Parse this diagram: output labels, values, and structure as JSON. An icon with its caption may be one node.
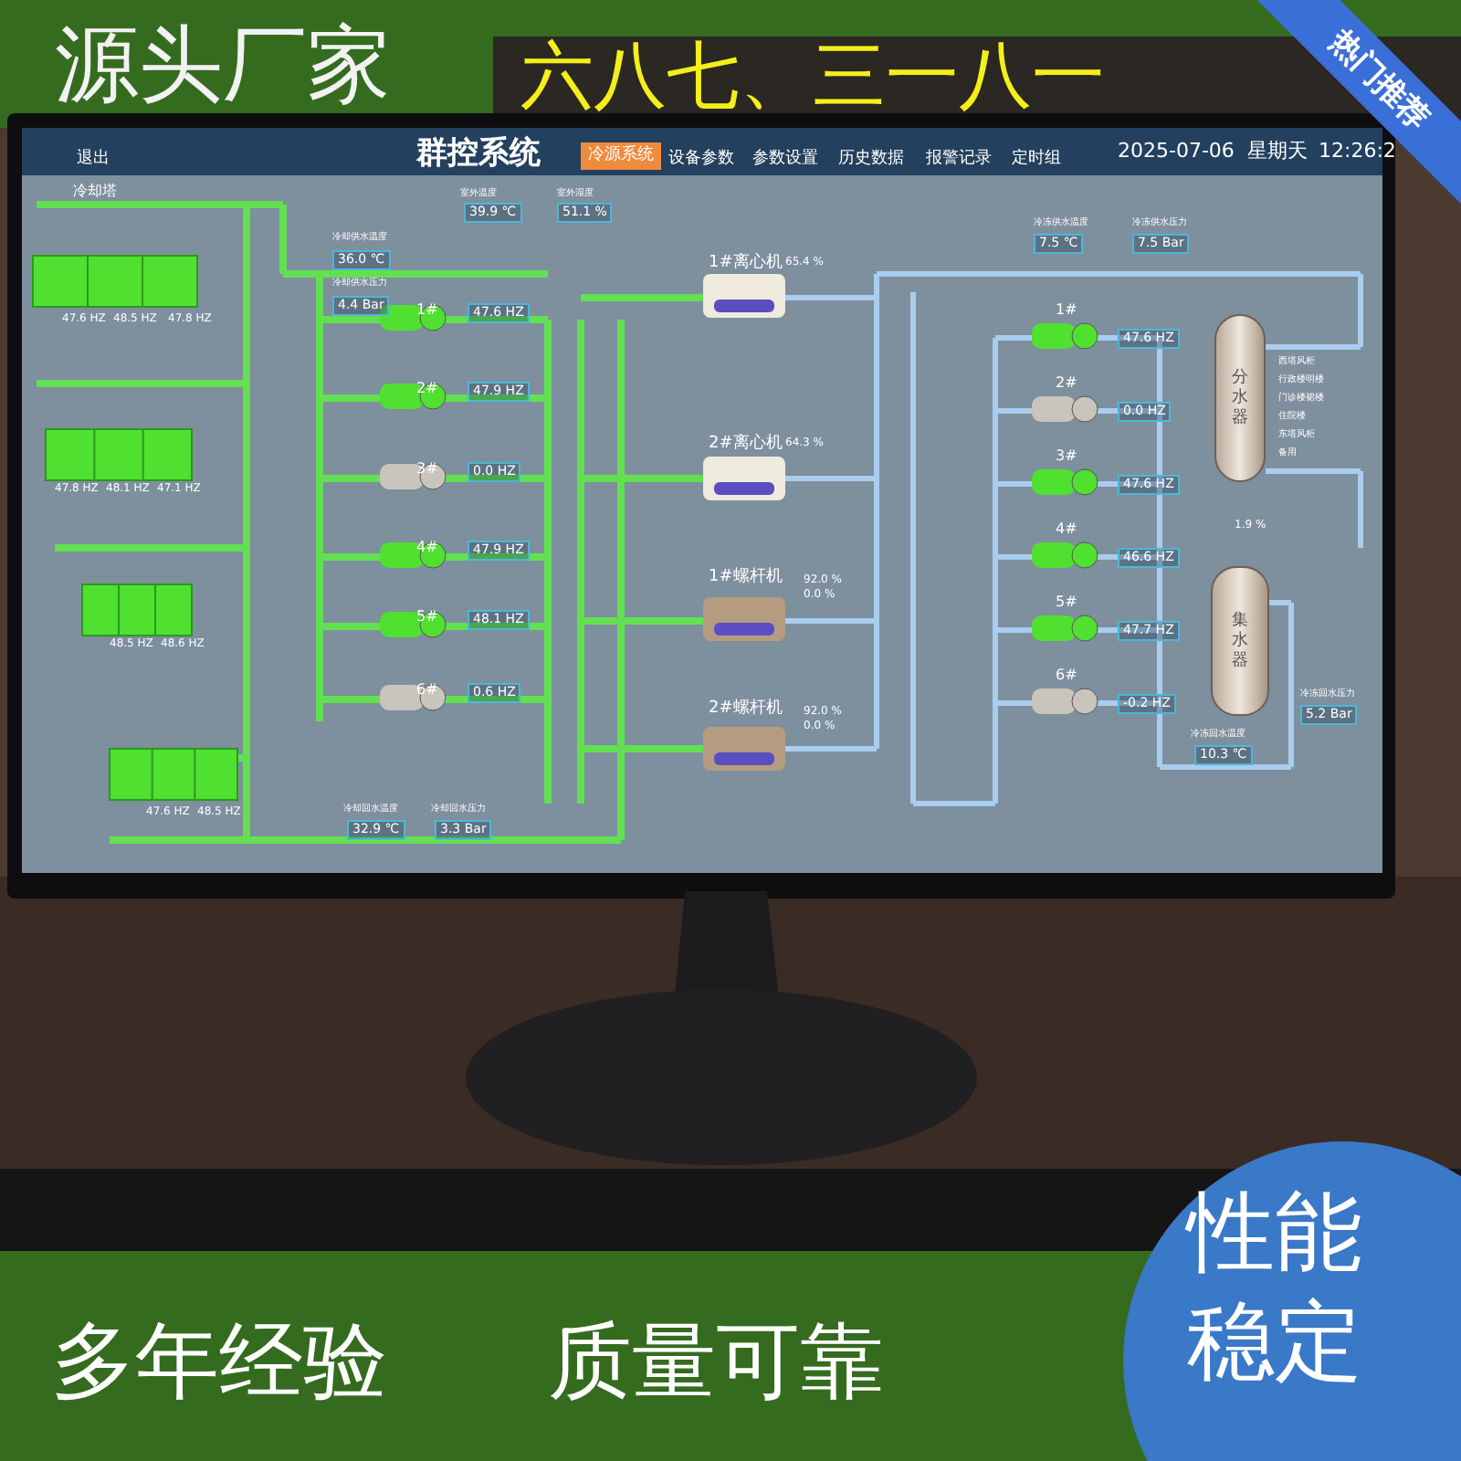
{
  "diagram": {
    "nodes": [
      {
        "text": [
          "分水器"
        ]
      },
      {
        "text": [
          "集水器"
        ]
      }
    ],
    "labels": [
      "源头厂家",
      "六八七、三一八一",
      "热门推荐",
      "退出",
      "群控系统",
      "冷源系统",
      "设备参数",
      "参数设置",
      "历史数据",
      "报警记录",
      "定时组",
      "2025-07-06",
      "星期天",
      "12:26:2",
      "冷却塔",
      "室外温度",
      "39.9 ℃",
      "室外湿度",
      "51.1 %",
      "冷却供水温度",
      "36.0 ℃",
      "冷却供水压力",
      "4.4 Bar",
      "47.6 HZ",
      "48.5 HZ",
      "47.8 HZ",
      "47.8 HZ",
      "48.1 HZ",
      "47.1 HZ",
      "48.5 HZ",
      "48.6 HZ",
      "47.6 HZ",
      "48.5 HZ",
      "1#",
      "47.6 HZ",
      "2#",
      "47.9 HZ",
      "3#",
      "0.0 HZ",
      "4#",
      "47.9 HZ",
      "5#",
      "48.1 HZ",
      "6#",
      "0.6 HZ",
      "冷却回水温度",
      "32.9 ℃",
      "冷却回水压力",
      "3.3 Bar",
      "1#离心机",
      "65.4 %",
      "2#离心机",
      "64.3 %",
      "1#螺杆机",
      "92.0 %",
      "0.0 %",
      "2#螺杆机",
      "92.0 %",
      "0.0 %",
      "冷冻供水温度",
      "7.5 ℃",
      "冷冻供水压力",
      "7.5 Bar",
      "1#",
      "47.6 HZ",
      "2#",
      "0.0 HZ",
      "3#",
      "47.6 HZ",
      "4#",
      "46.6 HZ",
      "5#",
      "47.7 HZ",
      "6#",
      "-0.2 HZ",
      "西塔风柜",
      "行政楼明楼",
      "门诊楼裙楼",
      "住院楼",
      "东塔风柜",
      "备用",
      "1.9 %",
      "冷冻回水压力",
      "5.2 Bar",
      "冷冻回水温度",
      "10.3 ℃",
      "多年经验",
      "质量可靠",
      "性能稳定"
    ]
  }
}
